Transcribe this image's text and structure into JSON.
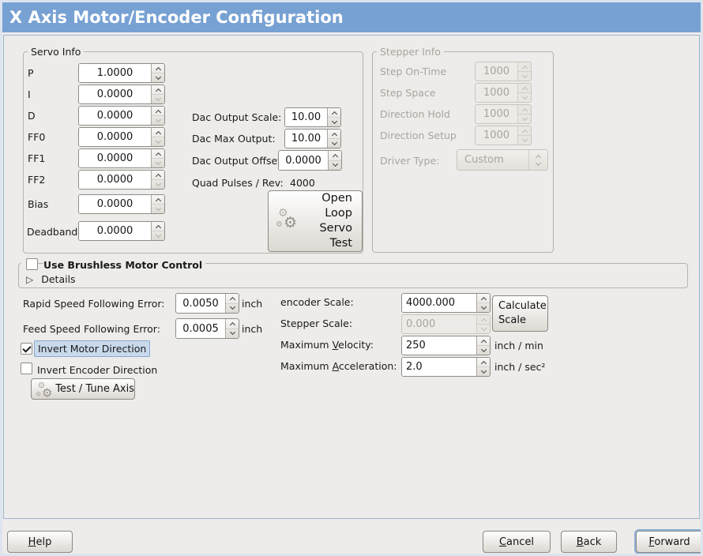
{
  "window": {
    "title": "X Axis Motor/Encoder Configuration"
  },
  "colors": {
    "titlebar": "#77a1d3",
    "content_border": "#9cb5cf",
    "selection_highlight_bg": "#c9d9ec",
    "selection_highlight_border": "#8aa8cb",
    "focus_ring": "#8fb0d4"
  },
  "servo_info": {
    "legend": "Servo Info",
    "params": [
      {
        "label": "P",
        "value": "1.0000"
      },
      {
        "label": "I",
        "value": "0.0000"
      },
      {
        "label": "D",
        "value": "0.0000"
      },
      {
        "label": "FF0",
        "value": "0.0000"
      },
      {
        "label": "FF1",
        "value": "0.0000"
      },
      {
        "label": "FF2",
        "value": "0.0000"
      },
      {
        "label": "Bias",
        "value": "0.0000"
      },
      {
        "label": "Deadband",
        "value": "0.0000"
      }
    ],
    "dac_output_scale": {
      "label": "Dac Output Scale:",
      "value": "10.00"
    },
    "dac_max_output": {
      "label": "Dac Max Output:",
      "value": "10.00"
    },
    "dac_output_offset": {
      "label": "Dac Output Offset:",
      "value": "0.0000"
    },
    "quad_pulses": {
      "label": "Quad Pulses / Rev:",
      "value": "4000"
    },
    "open_loop_test_button": {
      "lines": [
        "Open",
        "Loop",
        "Servo",
        "Test"
      ],
      "icon": "gears-icon"
    }
  },
  "stepper_info": {
    "legend": "Stepper Info",
    "params": [
      {
        "label": "Step On-Time",
        "value": "1000"
      },
      {
        "label": "Step Space",
        "value": "1000"
      },
      {
        "label": "Direction Hold",
        "value": "1000"
      },
      {
        "label": "Direction Setup",
        "value": "1000"
      }
    ],
    "driver_type": {
      "label": "Driver Type:",
      "value": "Custom"
    }
  },
  "brushless": {
    "checkbox_label": "Use Brushless Motor Control",
    "checked": false,
    "details_label": "Details",
    "expanded": false
  },
  "following_error": {
    "rapid": {
      "label": "Rapid Speed Following Error:",
      "value": "0.0050",
      "unit": "inch"
    },
    "feed": {
      "label": "Feed Speed Following Error:",
      "value": "0.0005",
      "unit": "inch"
    }
  },
  "scales": {
    "encoder": {
      "label": "encoder Scale:",
      "value": "4000.000"
    },
    "stepper": {
      "label": "Stepper Scale:",
      "value": "0.000"
    },
    "velocity": {
      "pre": "Maximum ",
      "mn": "V",
      "post": "elocity:",
      "value": "250",
      "unit": "inch / min"
    },
    "acceleration": {
      "pre": "Maximum ",
      "mn": "A",
      "post": "cceleration:",
      "value": "2.0",
      "unit": "inch / sec²"
    },
    "calculate_button": {
      "lines": [
        "Calculate",
        "Scale"
      ]
    }
  },
  "direction": {
    "invert_motor": {
      "label": "Invert Motor Direction",
      "checked": true
    },
    "invert_encoder": {
      "label": "Invert Encoder Direction",
      "checked": false
    },
    "test_tune_button": {
      "label": "Test / Tune Axis",
      "icon": "gears-icon"
    }
  },
  "footer": {
    "help": {
      "pre": "",
      "mn": "H",
      "post": "elp"
    },
    "cancel": {
      "pre": "",
      "mn": "C",
      "post": "ancel"
    },
    "back": {
      "pre": "",
      "mn": "B",
      "post": "ack"
    },
    "forward": {
      "pre": "",
      "mn": "F",
      "post": "orward"
    }
  }
}
